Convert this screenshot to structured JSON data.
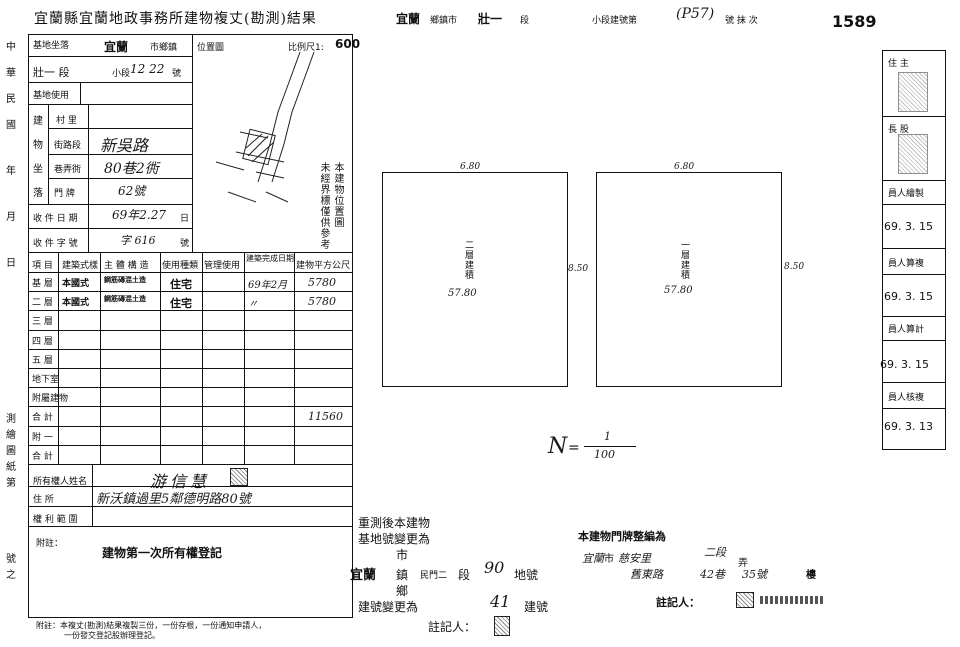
{
  "header": {
    "title": "宜蘭縣宜蘭地政事務所建物複丈(勘測)結果",
    "township": "宜蘭",
    "township_unit": "鄉鎮市",
    "section": "壯一",
    "section_unit": "段",
    "parcel_label": "小段建號第",
    "parcel_no": "(P57)",
    "parcel_suffix": "號 抹 次",
    "doc_no": "1589"
  },
  "left_margin": {
    "top": [
      "中",
      "華",
      "民",
      "國",
      "年",
      "月",
      "日"
    ],
    "bottom": [
      "測",
      "繪",
      "圖",
      "紙",
      "第",
      "號",
      "之"
    ]
  },
  "form": {
    "site_label": "基地坐落",
    "site_city": "宜蘭",
    "site_city_unit": "市鄉鎮",
    "section_line": "壯一 段",
    "subsection_label": "小段",
    "parcel": "12 22",
    "parcel_unit": "號",
    "land_use_label": "基地使用",
    "location_plan_label": "位置圖",
    "scale_label": "比例尺1:",
    "scale": "600",
    "building_label": "建",
    "village_label": "村 里",
    "road_label": "街路段",
    "road_value": "新吳路",
    "lane_label": "巷弄衖",
    "lane_value": "80巷2衖",
    "door_label": "門 牌",
    "door_value": "62號",
    "vert_labels": [
      "建",
      "物",
      "坐",
      "落"
    ],
    "recv_date_label": "收 件 日 期",
    "recv_date": "69年2.27",
    "recv_date_unit": "日",
    "recv_no_label": "收 件 字 號",
    "recv_no": "字 616",
    "recv_no_unit": "號",
    "note_vertical": [
      "本建物位置圖",
      "未經界標僅供參考"
    ],
    "table_headers": [
      "項 目",
      "建築式樣",
      "主 體 構 造",
      "使用種類",
      "管理使用",
      "建築完成日期",
      "建物平方公尺"
    ],
    "rows": [
      {
        "label": "基 層",
        "style": "本國式",
        "structure": "鋼筋磚混土造",
        "use": "住宅",
        "date": "69年2月",
        "area": "5780"
      },
      {
        "label": "二 層",
        "style": "本國式",
        "structure": "鋼筋磚混土造",
        "use": "住宅",
        "date": "〃",
        "area": "5780"
      },
      {
        "label": "三 層",
        "style": "",
        "structure": "",
        "use": "",
        "date": "",
        "area": ""
      },
      {
        "label": "四 層",
        "style": "",
        "structure": "",
        "use": "",
        "date": "",
        "area": ""
      },
      {
        "label": "五 層",
        "style": "",
        "structure": "",
        "use": "",
        "date": "",
        "area": ""
      },
      {
        "label": "地下室",
        "style": "",
        "structure": "",
        "use": "",
        "date": "",
        "area": ""
      },
      {
        "label": "附屬建物",
        "style": "",
        "structure": "",
        "use": "",
        "date": "",
        "area": ""
      },
      {
        "label": "合 計",
        "style": "",
        "structure": "",
        "use": "",
        "date": "",
        "area": "11560"
      },
      {
        "label": "附 一",
        "style": "",
        "structure": "",
        "use": "",
        "date": "",
        "area": ""
      },
      {
        "label": "合 計",
        "style": "",
        "structure": "",
        "use": "",
        "date": "",
        "area": ""
      }
    ],
    "owner_label": "所有權人姓名",
    "owner": "游信慧",
    "address_label": "住 所",
    "address": "新沃鎮過里5鄰德明路80號",
    "rights_label": "權 利 範 圍",
    "notes_label": "附註：",
    "notes": "建物第一次所有權登記",
    "footnote_1": "附註：本複丈(勘測)結果複製三份，一份存根，一份通知申請人，",
    "footnote_2": "一份發交登記股辦理登記。"
  },
  "plans": {
    "floor2_dim_top": "6.80",
    "floor2_dim_right": "8.50",
    "floor2_label": "二層建積",
    "floor2_area": "57.80",
    "floor1_dim_top": "6.80",
    "floor1_dim_right": "8.50",
    "floor1_label": "一層建積",
    "floor1_area": "57.80",
    "north_label": "N",
    "scale_frac_num": "1",
    "scale_frac_den": "100"
  },
  "remeasure": {
    "line1": "重測後本建物",
    "line2": "基地號變更為",
    "city": "市",
    "county": "宜蘭",
    "town": "鎮",
    "section": "段",
    "section_no": "90",
    "parcel_label": "地號",
    "township": "鄉",
    "section_name": "民門二",
    "line4": "建號變更為",
    "building_no": "41",
    "building_no_label": "建號",
    "annot_label": "註記人："
  },
  "door_change": {
    "title": "本建物門牌整編為",
    "city": "宜蘭",
    "area": "市",
    "village": "慈安里",
    "road": "舊東路",
    "lane": "42巷",
    "section": "二段",
    "alley": "弄",
    "no": "35號",
    "floor": "樓",
    "annot_label": "註記人："
  },
  "sidebar": {
    "occupant_label": "住 主",
    "chief_label": "長 股",
    "staff1_label": "員人繪製",
    "date1": "69. 3. 15",
    "staff2_label": "員人算複",
    "date2": "69. 3. 15",
    "staff3_label": "員人算計",
    "date3": "69. 3. 15",
    "staff4_label": "員人核複",
    "date4": "69. 3. 13"
  }
}
